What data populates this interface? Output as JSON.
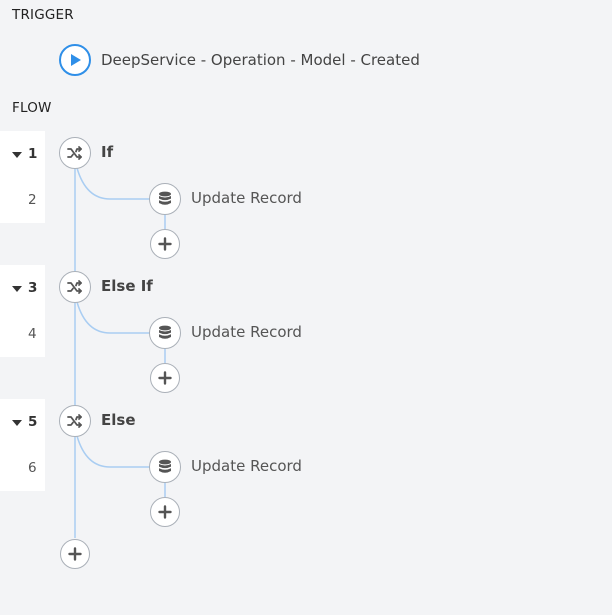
{
  "sections": {
    "trigger": "TRIGGER",
    "flow": "FLOW"
  },
  "trigger": {
    "label": "DeepService - Operation - Model - Created",
    "icon": "play-icon",
    "color": "#2f8fe8"
  },
  "flow": {
    "branches": [
      {
        "line": "1",
        "label": "If",
        "icon": "shuffle-icon",
        "action": {
          "line": "2",
          "label": "Update Record",
          "icon": "database-icon"
        }
      },
      {
        "line": "3",
        "label": "Else If",
        "icon": "shuffle-icon",
        "action": {
          "line": "4",
          "label": "Update Record",
          "icon": "database-icon"
        }
      },
      {
        "line": "5",
        "label": "Else",
        "icon": "shuffle-icon",
        "action": {
          "line": "6",
          "label": "Update Record",
          "icon": "database-icon"
        }
      }
    ],
    "add_icon": "plus-icon",
    "connector_color": "#a9cdf2"
  }
}
